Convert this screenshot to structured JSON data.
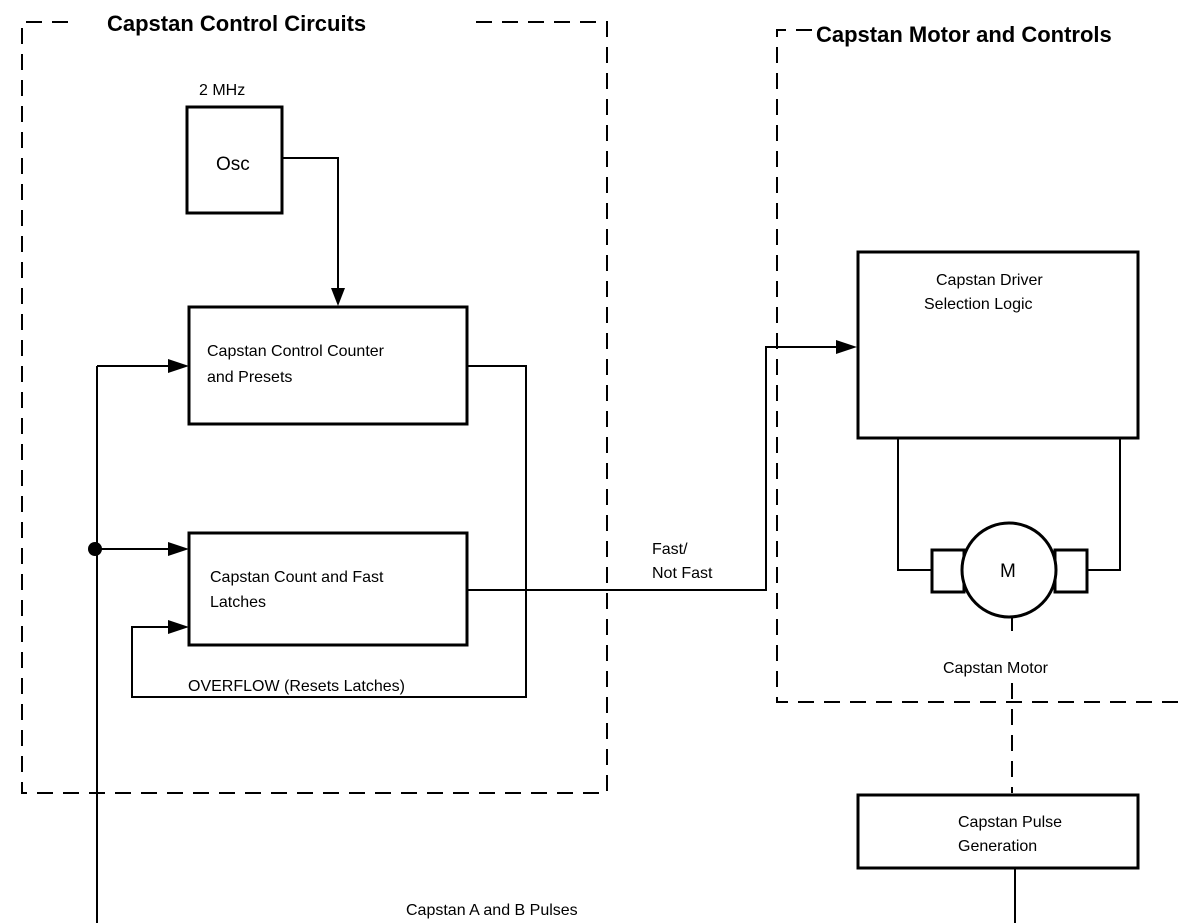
{
  "groups": {
    "control_title": "Capstan Control Circuits",
    "motor_title": "Capstan Motor and Controls"
  },
  "blocks": {
    "osc_freq": "2 MHz",
    "osc": "Osc",
    "counter_line1": "Capstan Control Counter",
    "counter_line2": "and Presets",
    "latches_line1": "Capstan Count and Fast",
    "latches_line2": "Latches",
    "driver_line1": "Capstan Driver",
    "driver_line2": "Selection Logic",
    "motor_symbol": "M",
    "motor_label": "Capstan Motor",
    "pulse_line1": "Capstan Pulse",
    "pulse_line2": "Generation"
  },
  "signals": {
    "overflow": "OVERFLOW (Resets Latches)",
    "fast_line1": "Fast/",
    "fast_line2": "Not Fast",
    "pulses": "Capstan A and B Pulses"
  }
}
